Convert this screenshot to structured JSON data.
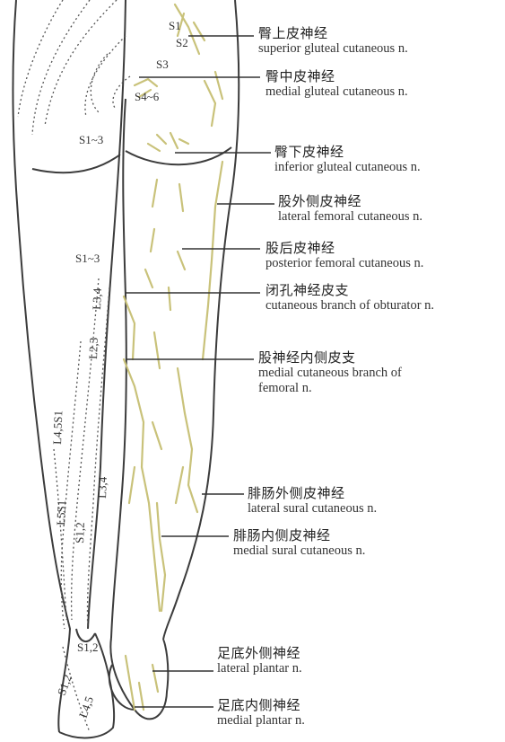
{
  "labels": [
    {
      "zh": "臀上皮神经",
      "en": "superior gluteal cutaneous n."
    },
    {
      "zh": "臀中皮神经",
      "en": "medial gluteal cutaneous n."
    },
    {
      "zh": "臀下皮神经",
      "en": "inferior gluteal cutaneous n."
    },
    {
      "zh": "股外侧皮神经",
      "en": "lateral femoral cutaneous n."
    },
    {
      "zh": "股后皮神经",
      "en": "posterior femoral cutaneous n."
    },
    {
      "zh": "闭孔神经皮支",
      "en": "cutaneous branch of obturator n."
    },
    {
      "zh": "股神经内侧皮支",
      "en": "medial cutaneous branch of",
      "en2": "femoral n."
    },
    {
      "zh": "腓肠外侧皮神经",
      "en": "lateral sural cutaneous n."
    },
    {
      "zh": "腓肠内侧皮神经",
      "en": "medial sural cutaneous n."
    },
    {
      "zh": "足底外侧神经",
      "en": "lateral plantar n."
    },
    {
      "zh": "足底内侧神经",
      "en": "medial plantar n."
    }
  ],
  "segments": [
    "S1",
    "S2",
    "S3",
    "S4~6",
    "S1~3",
    "S1~3",
    "L3,4",
    "L2,3",
    "L4,5S1",
    "L5S1",
    "S1,2",
    "L3,4",
    "S1,2",
    "S1,2",
    "L4,5"
  ],
  "colors": {
    "outline": "#3c3c3c",
    "nerve": "#c9c27a",
    "leader": "#333333"
  }
}
